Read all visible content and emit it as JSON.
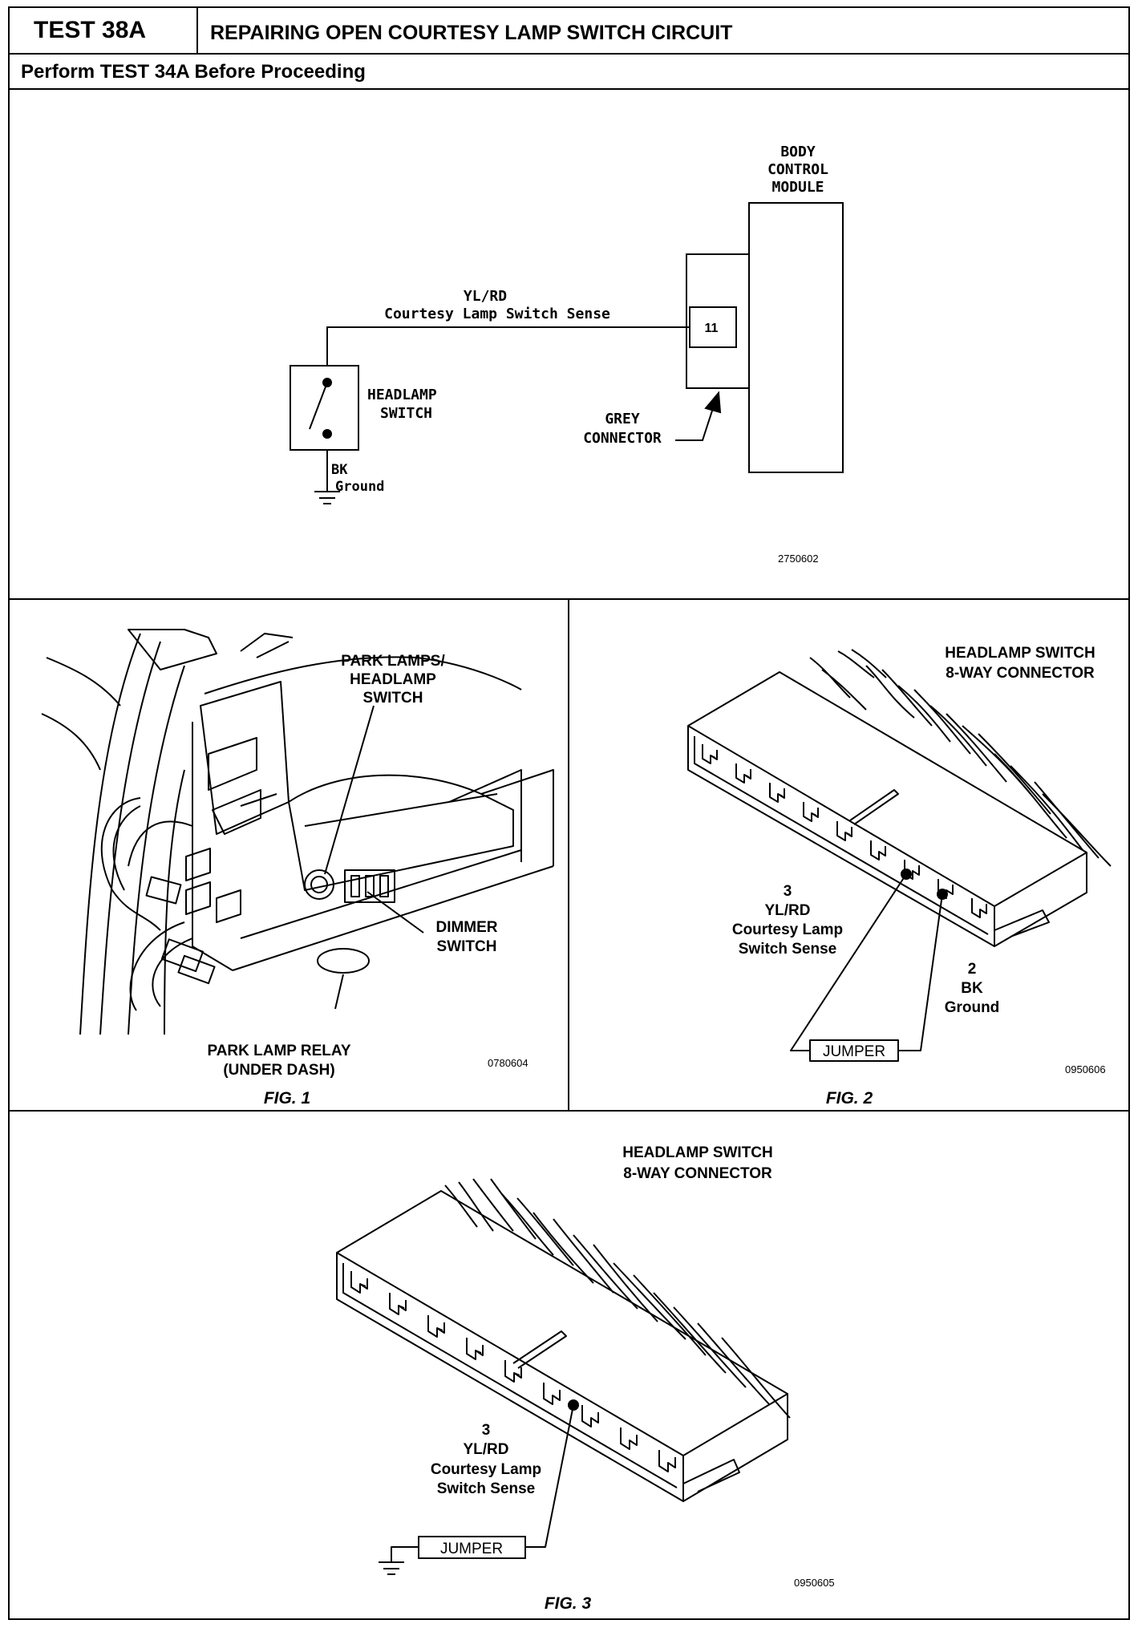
{
  "header": {
    "test_id": "TEST 38A",
    "title": "REPAIRING OPEN COURTESY LAMP SWITCH CIRCUIT",
    "subtitle": "Perform TEST 34A Before Proceeding"
  },
  "schematic": {
    "module_line1": "BODY",
    "module_line2": "CONTROL",
    "module_line3": "MODULE",
    "wire_color": "YL/RD",
    "wire_function": "Courtesy Lamp Switch Sense",
    "pin": "11",
    "switch_line1": "HEADLAMP",
    "switch_line2": "SWITCH",
    "ground_color": "BK",
    "ground_label": "Ground",
    "connector_line1": "GREY",
    "connector_line2": "CONNECTOR",
    "image_code": "2750602"
  },
  "fig1": {
    "park_lamps_line1": "PARK LAMPS/",
    "park_lamps_line2": "HEADLAMP",
    "park_lamps_line3": "SWITCH",
    "dimmer_line1": "DIMMER",
    "dimmer_line2": "SWITCH",
    "relay_line1": "PARK LAMP RELAY",
    "relay_line2": "(UNDER DASH)",
    "image_code": "0780604",
    "caption": "FIG. 1"
  },
  "fig2": {
    "title_line1": "HEADLAMP SWITCH",
    "title_line2": "8-WAY CONNECTOR",
    "pin3_num": "3",
    "pin3_color": "YL/RD",
    "pin3_line1": "Courtesy Lamp",
    "pin3_line2": "Switch Sense",
    "pin2_num": "2",
    "pin2_color": "BK",
    "pin2_label": "Ground",
    "jumper": "JUMPER",
    "image_code": "0950606",
    "caption": "FIG. 2"
  },
  "fig3": {
    "title_line1": "HEADLAMP SWITCH",
    "title_line2": "8-WAY CONNECTOR",
    "pin3_num": "3",
    "pin3_color": "YL/RD",
    "pin3_line1": "Courtesy Lamp",
    "pin3_line2": "Switch Sense",
    "jumper": "JUMPER",
    "image_code": "0950605",
    "caption": "FIG. 3"
  }
}
